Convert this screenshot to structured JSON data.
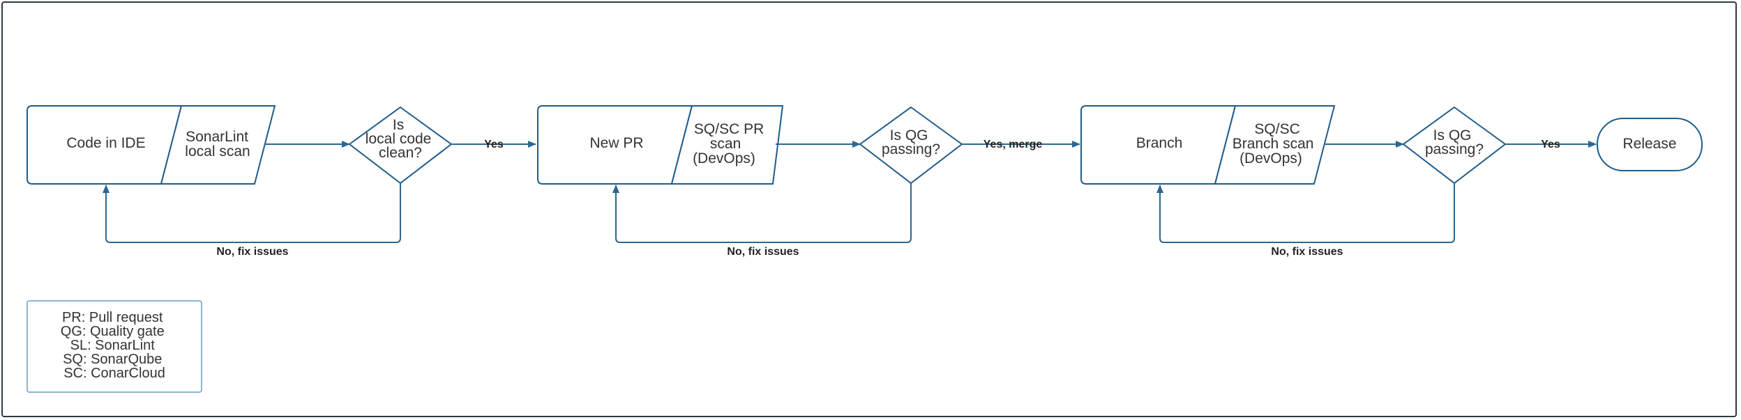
{
  "nodes": {
    "code_ide": [
      "Code in IDE"
    ],
    "sonarlint_scan": [
      "SonarLint",
      "local scan"
    ],
    "local_clean": [
      "Is",
      "local code",
      "clean?"
    ],
    "new_pr": [
      "New PR"
    ],
    "pr_scan": [
      "SQ/SC PR",
      "scan",
      "(DevOps)"
    ],
    "qg_pr": [
      "Is QG",
      "passing?"
    ],
    "branch": [
      "Branch"
    ],
    "branch_scan": [
      "SQ/SC",
      "Branch scan",
      "(DevOps)"
    ],
    "qg_branch": [
      "Is QG",
      "passing?"
    ],
    "release": [
      "Release"
    ]
  },
  "edge_labels": {
    "yes_1": "Yes",
    "no_1": "No, fix issues",
    "yes_merge": "Yes, merge",
    "no_2": "No, fix issues",
    "yes_3": "Yes",
    "no_3": "No, fix issues"
  },
  "legend": [
    "PR: Pull request",
    "QG: Quality gate",
    "SL: SonarLint",
    "SQ: SonarQube",
    "SC: ConarCloud"
  ],
  "colors": {
    "stroke": "#1f5c8a",
    "edge": "#2b6792",
    "frame": "#2f3a44"
  }
}
